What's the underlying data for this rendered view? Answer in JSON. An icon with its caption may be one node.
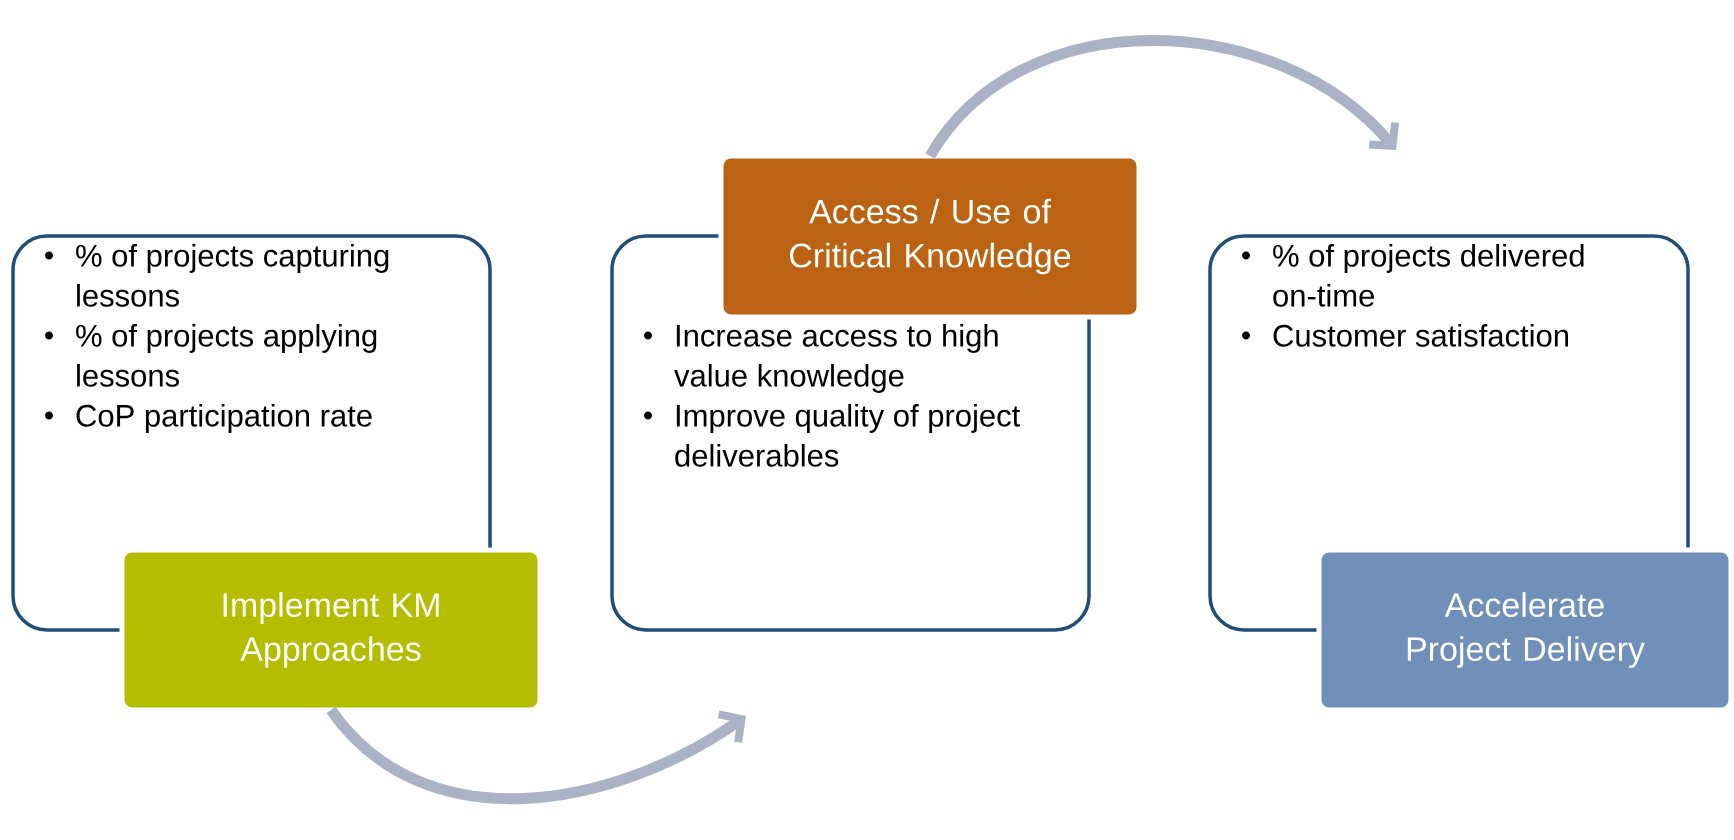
{
  "diagram": {
    "nodes": [
      {
        "text": [
          "% of projects capturing lessons",
          "% of projects applying lessons",
          "CoP participation rate"
        ]
      },
      {
        "text": [
          "Implement KM Approaches"
        ]
      },
      {
        "text": [
          "Increase access to high value knowledge",
          "Improve quality of project deliverables"
        ]
      },
      {
        "text": [
          "Access / Use of Critical Knowledge"
        ]
      },
      {
        "text": [
          "% of projects delivered on-time",
          "Customer satisfaction"
        ]
      },
      {
        "text": [
          "Accelerate Project Delivery"
        ]
      }
    ],
    "edges": [
      {
        "from": 1,
        "to": 2,
        "arrow": "to"
      },
      {
        "from": 3,
        "to": 4,
        "arrow": "to"
      }
    ]
  }
}
